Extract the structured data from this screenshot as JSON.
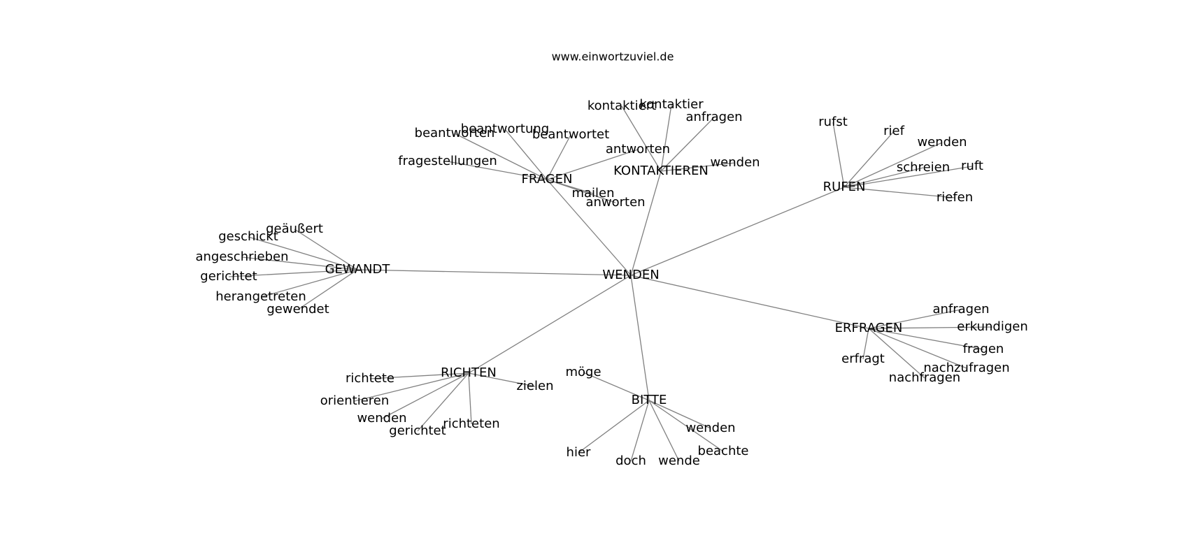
{
  "title": "www.einwortzuviel.de",
  "diagram": {
    "root": "WENDEN",
    "groups": [
      {
        "hub": "FRAGEN",
        "leaves": [
          "beantworten",
          "beantwortung",
          "beantwortet",
          "fragestellungen",
          "antworten",
          "mailen",
          "anworten"
        ]
      },
      {
        "hub": "KONTAKTIEREN",
        "leaves": [
          "kontaktiert",
          "kontaktier",
          "anfragen",
          "wenden"
        ]
      },
      {
        "hub": "RUFEN",
        "leaves": [
          "rufst",
          "rief",
          "wenden",
          "schreien",
          "ruft",
          "riefen"
        ]
      },
      {
        "hub": "GEWANDT",
        "leaves": [
          "geäußert",
          "geschickt",
          "angeschrieben",
          "gerichtet",
          "herangetreten",
          "gewendet"
        ]
      },
      {
        "hub": "ERFRAGEN",
        "leaves": [
          "anfragen",
          "erkundigen",
          "fragen",
          "nachzufragen",
          "nachfragen",
          "erfragt"
        ]
      },
      {
        "hub": "RICHTEN",
        "leaves": [
          "richtete",
          "orientieren",
          "wenden",
          "gerichtet",
          "richteten",
          "zielen"
        ]
      },
      {
        "hub": "BITTE",
        "leaves": [
          "möge",
          "hier",
          "doch",
          "wende",
          "beachte",
          "wenden"
        ]
      }
    ]
  }
}
